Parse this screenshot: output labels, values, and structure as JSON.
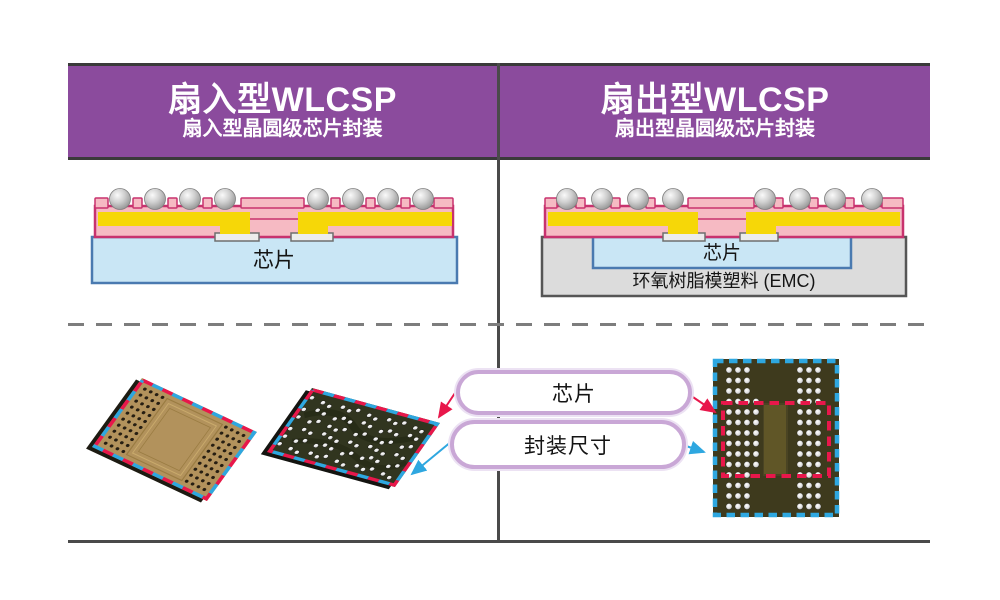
{
  "fan_in": {
    "title": "扇入型WLCSP",
    "subtitle": "扇入型晶圆级芯片封装",
    "diagram": {
      "chip_label": "芯片"
    }
  },
  "fan_out": {
    "title": "扇出型WLCSP",
    "subtitle": "扇出型晶圆级芯片封装",
    "diagram": {
      "chip_label": "芯片",
      "emc_label": "环氧树脂模塑料 (EMC)"
    }
  },
  "callouts": {
    "chip": "芯片",
    "package_size": "封装尺寸"
  },
  "colors": {
    "header_bg": "#8b4b9d",
    "callout_border": "#c9a7d6",
    "chip_outline_red": "#e8174b",
    "package_outline_blue": "#2ea7e0",
    "rdl_pink": "#f6bac3",
    "rdl_border_magenta": "#c8326e",
    "trace_yellow": "#f6d708",
    "chip_fill_blue": "#c9e6f5",
    "chip_border_blue": "#4a7ab0",
    "emc_gray": "#dcdcdc",
    "divider_gray": "#4a4a4a"
  }
}
